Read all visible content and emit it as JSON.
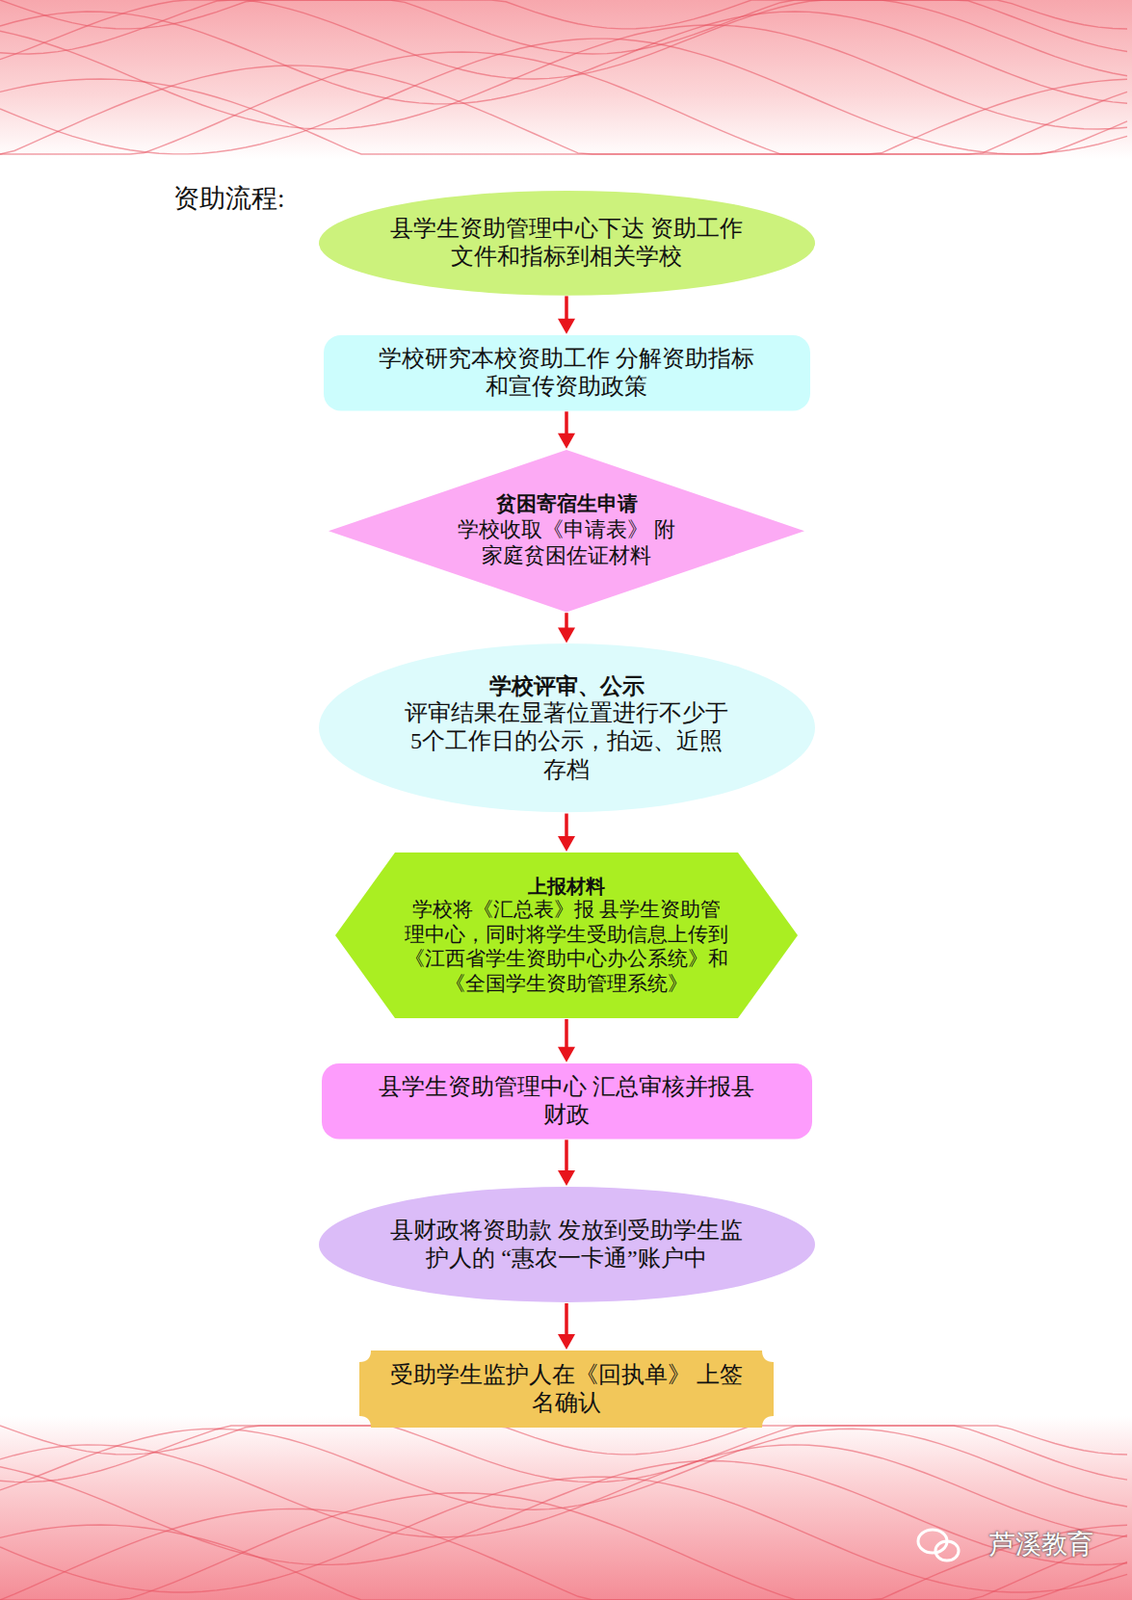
{
  "diagram": {
    "title": "资助流程:",
    "nodes": [
      {
        "text": [
          "县学生资助管理中心下达 资助工作文件和指标到相关学校"
        ]
      },
      {
        "text": [
          "学校研究本校资助工作 分解资助指标和宣传资助政策"
        ]
      },
      {
        "text": [
          "贫困寄宿生申请",
          "学校收取《申请表》 附家庭贫困佐证材料"
        ]
      },
      {
        "text": [
          "学校评审、公示",
          "评审结果在显著位置进行不少于5个工作日的公示，拍远、近照存档"
        ]
      },
      {
        "text": [
          "上报材料",
          "学校将《汇总表》报 县学生资助管理中心，同时将学生受助信息上传到《江西省学生资助中心办公系统》和《全国学生资助管理系统》"
        ]
      },
      {
        "text": [
          "县学生资助管理中心 汇总审核并报县财政"
        ]
      },
      {
        "text": [
          "县财政将资助款 发放到受助学生监护人的 “惠农一卡通”账户中"
        ]
      },
      {
        "text": [
          "受助学生监护人在《回执单》 上签名确认"
        ]
      }
    ],
    "edges": [
      {
        "from": 0,
        "to": 1,
        "arrow": "to"
      },
      {
        "from": 1,
        "to": 2,
        "arrow": "to"
      },
      {
        "from": 2,
        "to": 3,
        "arrow": "to"
      },
      {
        "from": 3,
        "to": 4,
        "arrow": "to"
      },
      {
        "from": 4,
        "to": 5,
        "arrow": "to"
      },
      {
        "from": 5,
        "to": 6,
        "arrow": "to"
      },
      {
        "from": 6,
        "to": 7,
        "arrow": "to"
      }
    ],
    "labels": [
      "芦溪教育"
    ]
  }
}
